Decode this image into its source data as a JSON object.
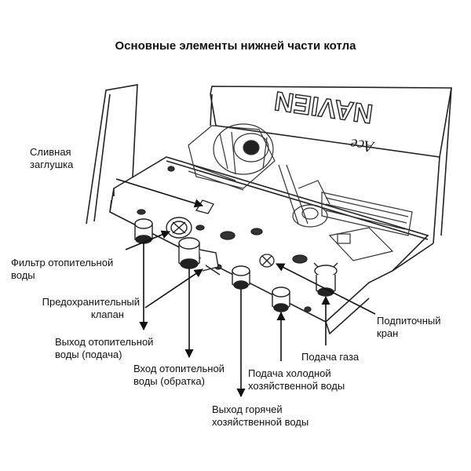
{
  "title": "Основные элементы нижней части котла",
  "brand": "NAVIEN",
  "model": "Ace",
  "labels": {
    "drain_plug": [
      "Сливная",
      "заглушка"
    ],
    "heating_filter": [
      "Фильтр отопительной",
      "воды"
    ],
    "safety_valve": [
      "Предохранительный",
      "клапан"
    ],
    "heating_out": [
      "Выход отопительной",
      "воды (подача)"
    ],
    "heating_in": [
      "Вход отопительной",
      "воды (обратка)"
    ],
    "hot_water_out": [
      "Выход горячей",
      "хозяйственной воды"
    ],
    "cold_water_in": [
      "Подача холодной",
      "хозяйственной воды"
    ],
    "gas_supply": [
      "Подача газа"
    ],
    "makeup_valve": [
      "Подпиточный",
      "кран"
    ]
  }
}
